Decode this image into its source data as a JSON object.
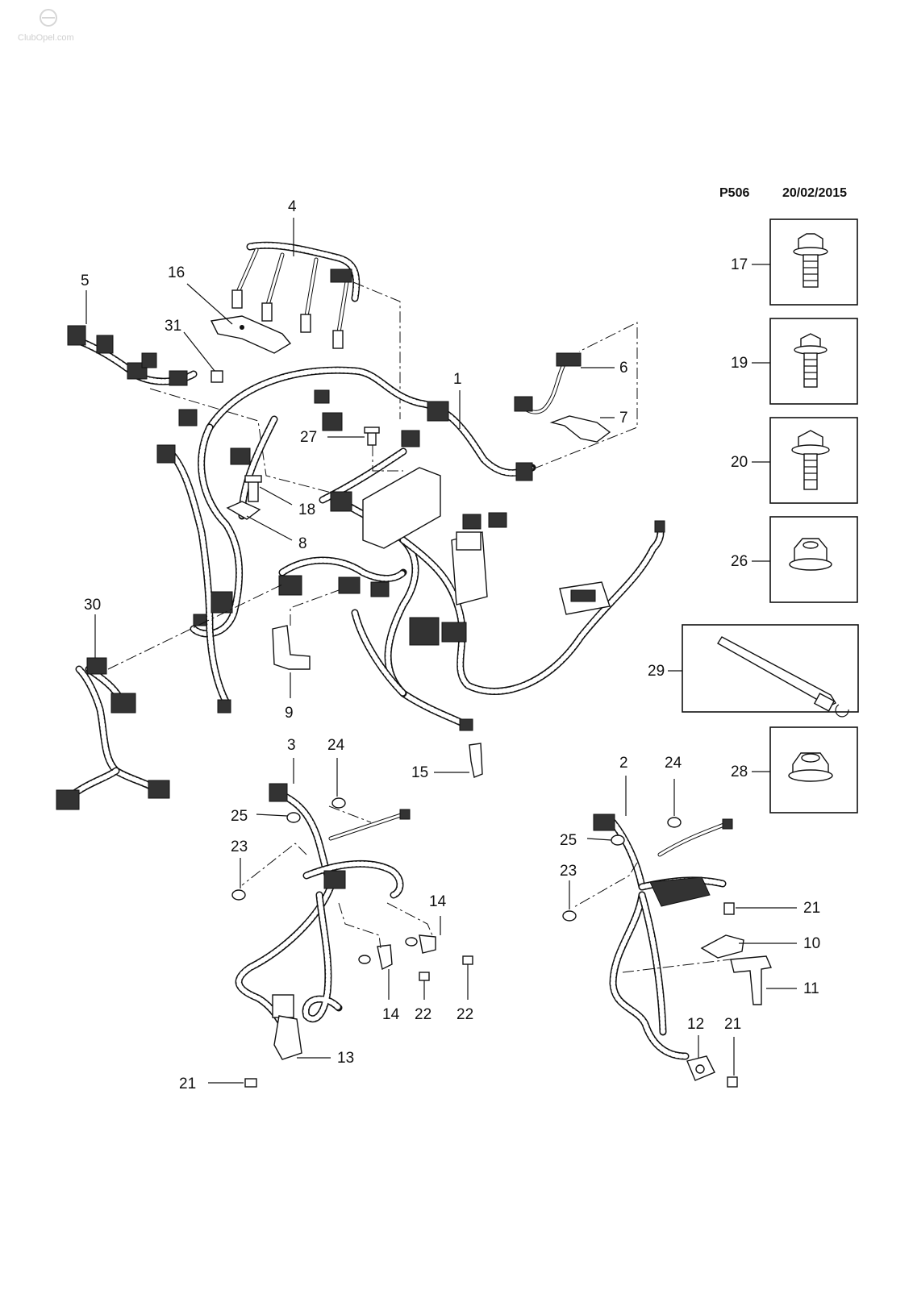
{
  "header": {
    "code": "P506",
    "date": "20/02/2015"
  },
  "watermark": "ClubOpel.com",
  "callouts": {
    "c1": "1",
    "c2": "2",
    "c3": "3",
    "c4": "4",
    "c5": "5",
    "c6": "6",
    "c7": "7",
    "c8": "8",
    "c9": "9",
    "c10": "10",
    "c11": "11",
    "c12": "12",
    "c13": "13",
    "c14a": "14",
    "c14b": "14",
    "c15": "15",
    "c16": "16",
    "c17": "17",
    "c18": "18",
    "c19": "19",
    "c20": "20",
    "c21a": "21",
    "c21b": "21",
    "c21c": "21",
    "c22a": "22",
    "c22b": "22",
    "c23a": "23",
    "c23b": "23",
    "c24a": "24",
    "c24b": "24",
    "c25a": "25",
    "c25b": "25",
    "c26": "26",
    "c27": "27",
    "c28": "28",
    "c29": "29",
    "c30": "30",
    "c31": "31"
  },
  "side_parts": [
    {
      "label": "17",
      "icon": "flange-bolt-icon"
    },
    {
      "label": "19",
      "icon": "hex-bolt-icon"
    },
    {
      "label": "20",
      "icon": "hex-bolt-icon"
    },
    {
      "label": "26",
      "icon": "flange-nut-icon"
    },
    {
      "label": "29",
      "icon": "cable-tie-icon"
    },
    {
      "label": "28",
      "icon": "flange-nut-icon"
    }
  ]
}
